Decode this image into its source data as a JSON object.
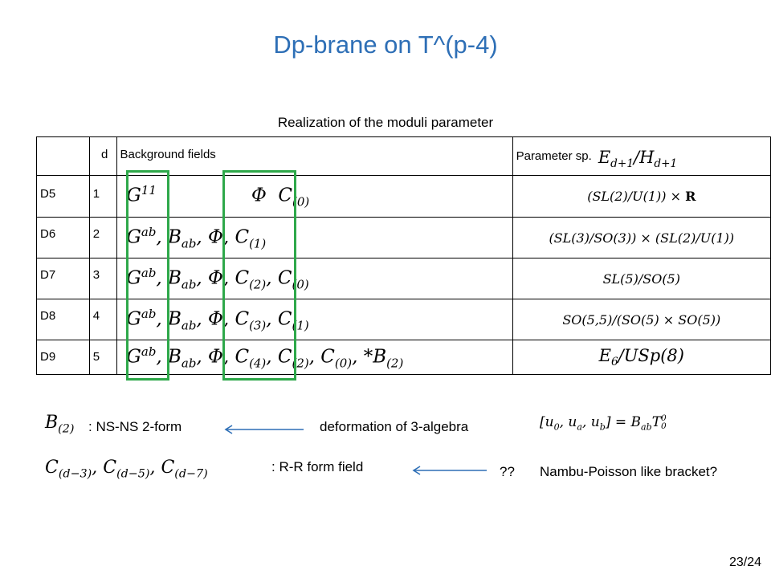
{
  "slide": {
    "title": "Dp-brane on T^(p-4)",
    "caption": "Realization of the moduli parameter",
    "page_number": "23/24"
  },
  "table": {
    "headers": [
      "",
      "d",
      "Background fields",
      "Parameter sp."
    ],
    "header_math": "E_{d+1}/H_{d+1}",
    "rows": [
      {
        "brane": "D5",
        "d": "1",
        "fields": "G^{11}          Φ  C_{(0)}",
        "param": "(SL(2)/U(1)) × R"
      },
      {
        "brane": "D6",
        "d": "2",
        "fields": "G^{ab}, B_{ab}, Φ, C_{(1)}",
        "param": "(SL(3)/SO(3)) × (SL(2)/U(1))"
      },
      {
        "brane": "D7",
        "d": "3",
        "fields": "G^{ab}, B_{ab}, Φ, C_{(2)}, C_{(0)}",
        "param": "SL(5)/SO(5)"
      },
      {
        "brane": "D8",
        "d": "4",
        "fields": "G^{ab}, B_{ab}, Φ, C_{(3)}, C_{(1)}",
        "param": "SO(5,5)/(SO(5) × SO(5))"
      },
      {
        "brane": "D9",
        "d": "5",
        "fields": "G^{ab}, B_{ab}, Φ, C_{(4)}, C_{(2)}, C_{(0)}, *B_{(2)}",
        "param": "E_6/USp(8)"
      }
    ],
    "highlight_color": "#2ea84a"
  },
  "notes": {
    "line1": {
      "math": "B_{(2)}",
      "label": ": NS-NS 2-form",
      "arrow_target": "deformation of 3-algebra",
      "bracket": "[u_0, u_a, u_b] = B_{ab} T^0_0"
    },
    "line2": {
      "math": "C_{(d-3)}, C_{(d-5)}, C_{(d-7)}",
      "label": ": R-R form field",
      "arrow_prefix": "??",
      "arrow_target": "Nambu-Poisson like bracket?"
    },
    "arrow_color": "#2e6fb6"
  },
  "colors": {
    "title": "#2e6fb6",
    "frame": "#2ea84a",
    "arrow": "#2e6fb6"
  }
}
